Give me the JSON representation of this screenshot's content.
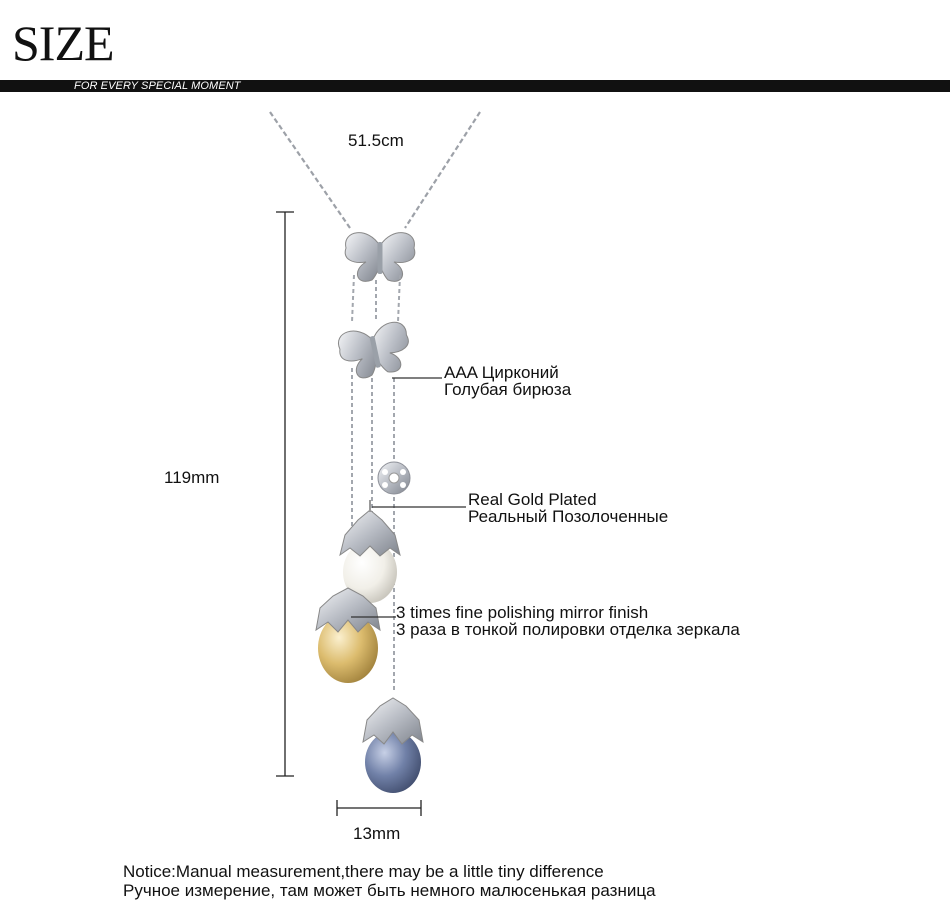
{
  "brand": {
    "title": "SIZE",
    "tagline": "FOR EVERY SPECIAL MOMENT"
  },
  "measurements": {
    "chain_length": "51.5cm",
    "pendant_length": "119mm",
    "pearl_width": "13mm"
  },
  "callouts": [
    {
      "line1": "AAA Цирконий",
      "line2": "Голубая бирюза"
    },
    {
      "line1": "Real Gold Plated",
      "line2": "Реальный Позолоченные"
    },
    {
      "line1": "3 times fine polishing mirror finish",
      "line2": "3 раза в тонкой полировки отделка зеркала"
    }
  ],
  "notice": {
    "line1": "Notice:Manual measurement,there may be a little tiny difference",
    "line2": "Ручное измерение, там может быть немного малюсенькая разница"
  },
  "colors": {
    "pearl_white": "#f4f2ec",
    "pearl_gold": "#d8b86a",
    "pearl_blue": "#6e7fa6",
    "silver": "#b9bcc2"
  }
}
